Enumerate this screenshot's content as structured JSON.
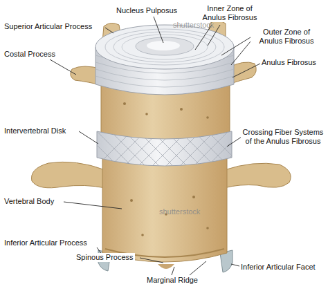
{
  "diagram": {
    "labels": [
      "Nucleus Pulposus",
      "Inner Zone of Anulus Fibrosus",
      "Superior Articular Process",
      "Outer Zone of Anulus Fibrosus",
      "Costal Process",
      "Anulus Fibrosus",
      "Intervertebral Disk",
      "Crossing Fiber Systems of the Anulus Fibrosus",
      "Vertebral Body",
      "Inferior Articular Process",
      "Spinous Process",
      "Inferior Articular Facet",
      "Marginal Ridge",
      "shutterstock",
      "shutterstock"
    ]
  }
}
